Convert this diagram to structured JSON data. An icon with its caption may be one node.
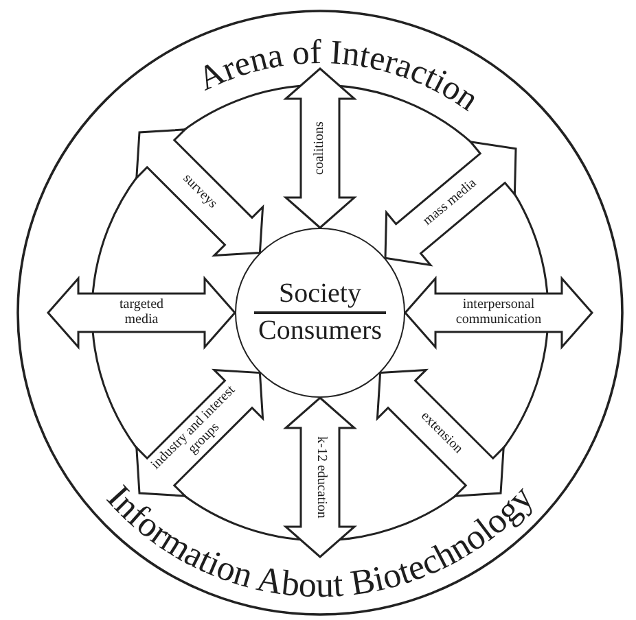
{
  "diagram": {
    "nodes": [
      {
        "text": [
          "Arena of Interaction",
          "Information About Biotechnology"
        ]
      },
      {
        "text": [
          "Society",
          "Consumers"
        ],
        "in": 0
      }
    ],
    "edges": [
      {
        "from": 1,
        "to": 0,
        "arrow": "both",
        "style": "thick",
        "label": "surveys"
      },
      {
        "from": 1,
        "to": 0,
        "arrow": "both",
        "style": "thick",
        "label": "coalitions"
      },
      {
        "from": 1,
        "to": 0,
        "arrow": "both",
        "style": "thick",
        "label": "mass media"
      },
      {
        "from": 1,
        "to": 0,
        "arrow": "both",
        "style": "thick",
        "label": "targeted media"
      },
      {
        "from": 1,
        "to": 0,
        "arrow": "both",
        "style": "thick",
        "label": "interpersonal communication"
      },
      {
        "from": 1,
        "to": 0,
        "arrow": "both",
        "style": "thick",
        "label": "industry and interest groups"
      },
      {
        "from": 1,
        "to": 0,
        "arrow": "both",
        "style": "thick",
        "label": "k-12 education"
      },
      {
        "from": 1,
        "to": 0,
        "arrow": "both",
        "style": "thick",
        "label": "extension"
      }
    ]
  }
}
